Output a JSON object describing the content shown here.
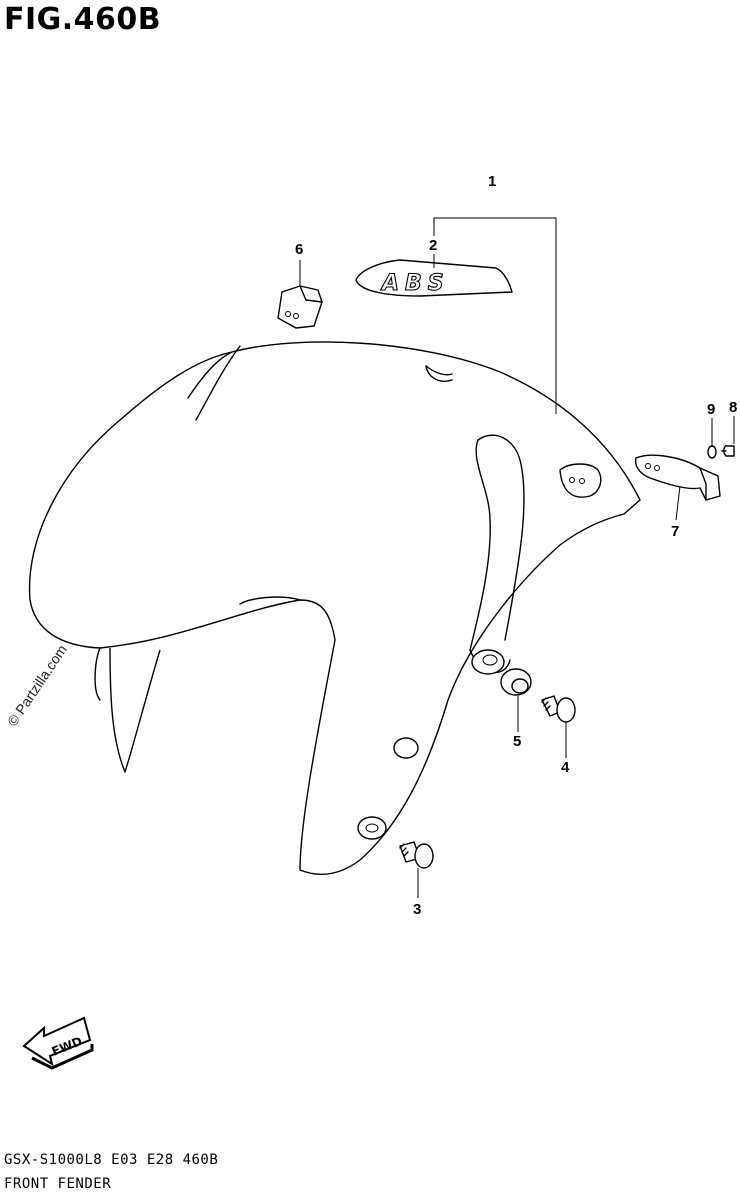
{
  "figure": {
    "title": "FIG.460B",
    "model_code": "GSX-S1000L8  E03  E28  460B",
    "section_name": "FRONT FENDER",
    "watermark": "© Partzilla.com"
  },
  "decal_text": "ABS",
  "direction_label": "FWD",
  "callouts": [
    {
      "id": "1",
      "label": "1"
    },
    {
      "id": "2",
      "label": "2"
    },
    {
      "id": "3",
      "label": "3"
    },
    {
      "id": "4",
      "label": "4"
    },
    {
      "id": "5",
      "label": "5"
    },
    {
      "id": "6",
      "label": "6"
    },
    {
      "id": "7",
      "label": "7"
    },
    {
      "id": "8",
      "label": "8"
    },
    {
      "id": "9",
      "label": "9"
    }
  ]
}
